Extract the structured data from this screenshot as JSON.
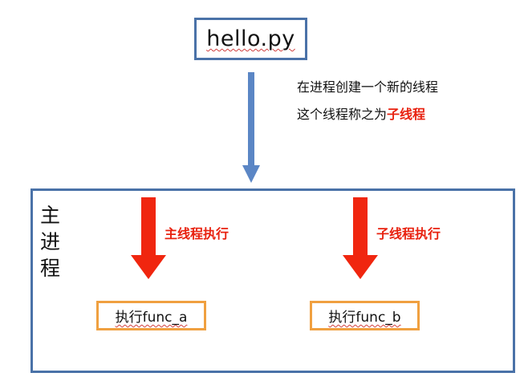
{
  "script_box": {
    "label": "hello.py"
  },
  "note": {
    "line1": "在进程创建一个新的线程",
    "line2_prefix": "这个线程称之为",
    "line2_highlight": "子线程"
  },
  "process": {
    "label": "主进程",
    "main_thread": {
      "arrow_label": "主线程执行",
      "func_label": "执行func_a"
    },
    "child_thread": {
      "arrow_label": "子线程执行",
      "func_label": "执行func_b"
    }
  },
  "colors": {
    "blue": "#4a72a8",
    "arrow_blue": "#5b86c5",
    "red": "#e8210f",
    "orange": "#f0a040"
  }
}
